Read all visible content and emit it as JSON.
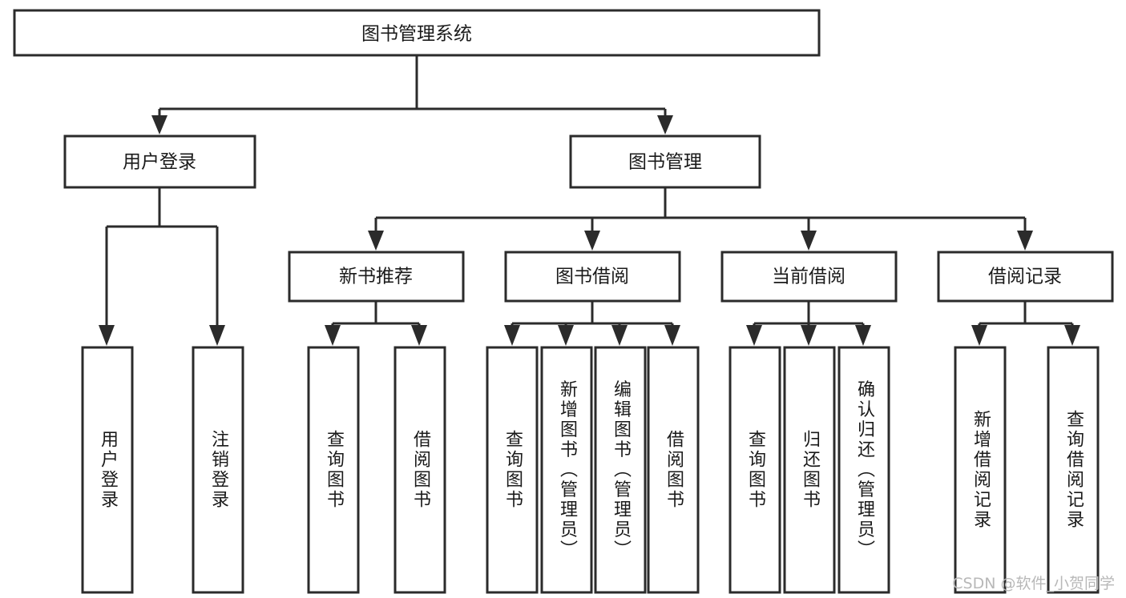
{
  "diagram": {
    "title": "图书管理系统",
    "type": "tree",
    "watermark": "CSDN @软件_小贺同学",
    "colors": {
      "node_fill": "#ffffff",
      "node_stroke": "#2b2b2b",
      "connector": "#2b2b2b",
      "text": "#1a1a1a",
      "background": "#ffffff",
      "watermark": "#b8b8b8"
    },
    "root": {
      "id": "root",
      "label": "图书管理系统"
    },
    "level2": [
      {
        "id": "user-login",
        "label": "用户登录"
      },
      {
        "id": "book-manage",
        "label": "图书管理"
      }
    ],
    "level3": [
      {
        "id": "new-book-recommend",
        "label": "新书推荐",
        "parent": "book-manage"
      },
      {
        "id": "book-borrow",
        "label": "图书借阅",
        "parent": "book-manage"
      },
      {
        "id": "current-borrow",
        "label": "当前借阅",
        "parent": "book-manage"
      },
      {
        "id": "borrow-record",
        "label": "借阅记录",
        "parent": "book-manage"
      }
    ],
    "leaves": {
      "user-login": [
        {
          "id": "leaf-user-login",
          "label": "用户登录"
        },
        {
          "id": "leaf-logout",
          "label": "注销登录"
        }
      ],
      "new-book-recommend": [
        {
          "id": "leaf-query-book-1",
          "label": "查询图书"
        },
        {
          "id": "leaf-borrow-book-1",
          "label": "借阅图书"
        }
      ],
      "book-borrow": [
        {
          "id": "leaf-query-book-2",
          "label": "查询图书"
        },
        {
          "id": "leaf-add-book",
          "label": "新增图书（管理员）"
        },
        {
          "id": "leaf-edit-book",
          "label": "编辑图书（管理员）"
        },
        {
          "id": "leaf-borrow-book-2",
          "label": "借阅图书"
        }
      ],
      "current-borrow": [
        {
          "id": "leaf-query-book-3",
          "label": "查询图书"
        },
        {
          "id": "leaf-return-book",
          "label": "归还图书"
        },
        {
          "id": "leaf-confirm-return",
          "label": "确认归还（管理员）"
        }
      ],
      "borrow-record": [
        {
          "id": "leaf-add-record",
          "label": "新增借阅记录"
        },
        {
          "id": "leaf-query-record",
          "label": "查询借阅记录"
        }
      ]
    }
  }
}
